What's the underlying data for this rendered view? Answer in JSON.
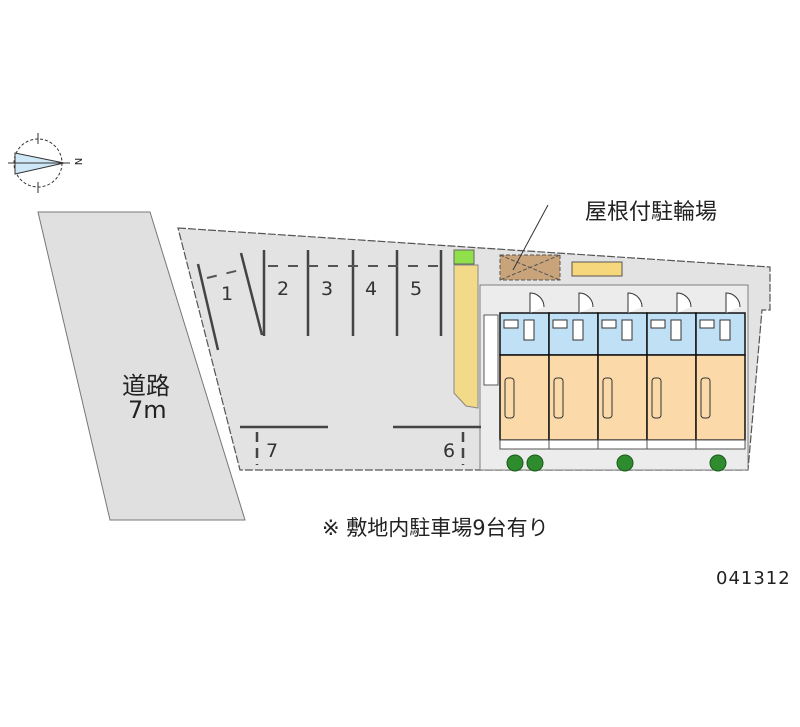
{
  "compass": {
    "north_label": "N"
  },
  "road": {
    "name": "道路",
    "width": "7m"
  },
  "bike_parking_label": "屋根付駐輪場",
  "parking_slots": [
    "1",
    "2",
    "3",
    "4",
    "5",
    "6",
    "7"
  ],
  "note": "※ 敷地内駐車場9台有り",
  "code": "041312",
  "units_count": 5,
  "colors": {
    "site": "#e3e3e3",
    "road": "#e0e0e0",
    "wet_area": "#bfe0f5",
    "room": "#fbd9a8",
    "tree": "#2e8b2e"
  }
}
